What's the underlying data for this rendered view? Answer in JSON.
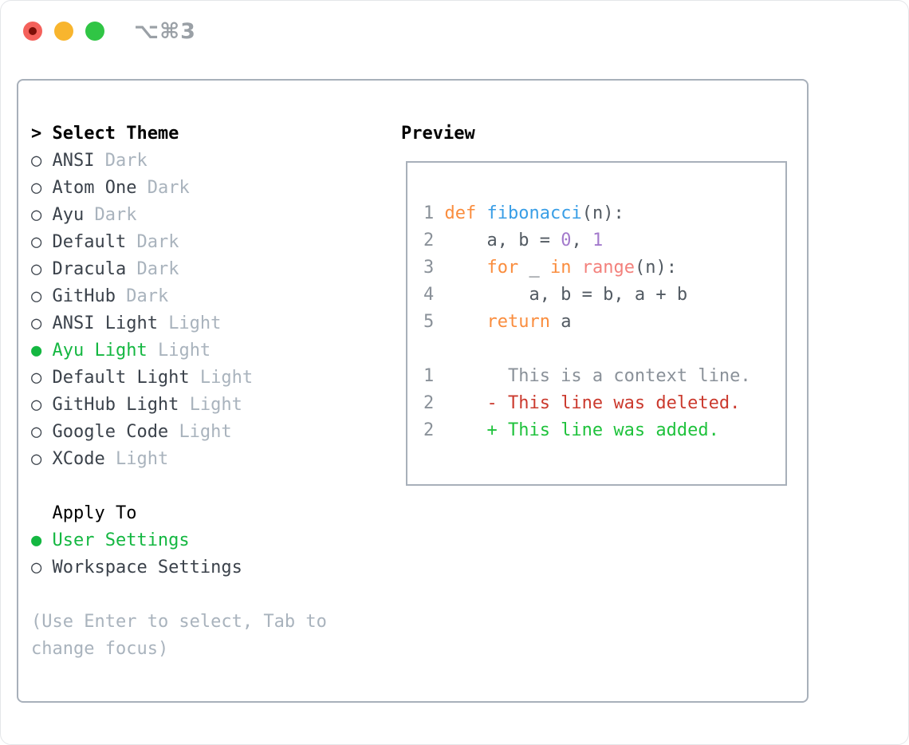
{
  "window": {
    "title": "⌥⌘3"
  },
  "icons": {
    "radio_off": "○",
    "radio_on": "●",
    "selection_cursor": ">"
  },
  "theme_list": {
    "header": "Select Theme",
    "items": [
      {
        "name": "ANSI",
        "variant": "Dark",
        "selected": false
      },
      {
        "name": "Atom One",
        "variant": "Dark",
        "selected": false
      },
      {
        "name": "Ayu",
        "variant": "Dark",
        "selected": false
      },
      {
        "name": "Default",
        "variant": "Dark",
        "selected": false
      },
      {
        "name": "Dracula",
        "variant": "Dark",
        "selected": false
      },
      {
        "name": "GitHub",
        "variant": "Dark",
        "selected": false
      },
      {
        "name": "ANSI Light",
        "variant": "Light",
        "selected": false
      },
      {
        "name": "Ayu Light",
        "variant": "Light",
        "selected": true
      },
      {
        "name": "Default Light",
        "variant": "Light",
        "selected": false
      },
      {
        "name": "GitHub Light",
        "variant": "Light",
        "selected": false
      },
      {
        "name": "Google Code",
        "variant": "Light",
        "selected": false
      },
      {
        "name": "XCode",
        "variant": "Light",
        "selected": false
      }
    ]
  },
  "apply_to": {
    "header": "Apply To",
    "options": [
      {
        "label": "User Settings",
        "selected": true
      },
      {
        "label": "Workspace Settings",
        "selected": false
      }
    ]
  },
  "help_text": "(Use Enter to select, Tab to change focus)",
  "preview": {
    "header": "Preview",
    "code_lines": [
      {
        "num": "1",
        "tokens": [
          {
            "t": "def",
            "c": "keyword"
          },
          {
            "t": " ",
            "c": "plain"
          },
          {
            "t": "fibonacci",
            "c": "entity"
          },
          {
            "t": "(n):",
            "c": "plain"
          }
        ]
      },
      {
        "num": "2",
        "tokens": [
          {
            "t": "    a, b = ",
            "c": "plain"
          },
          {
            "t": "0",
            "c": "constant"
          },
          {
            "t": ", ",
            "c": "plain"
          },
          {
            "t": "1",
            "c": "constant"
          }
        ]
      },
      {
        "num": "3",
        "tokens": [
          {
            "t": "    ",
            "c": "plain"
          },
          {
            "t": "for",
            "c": "keyword"
          },
          {
            "t": " _ ",
            "c": "plain"
          },
          {
            "t": "in",
            "c": "keyword"
          },
          {
            "t": " ",
            "c": "plain"
          },
          {
            "t": "range",
            "c": "markup"
          },
          {
            "t": "(n):",
            "c": "plain"
          }
        ]
      },
      {
        "num": "4",
        "tokens": [
          {
            "t": "        a, b = b, a + b",
            "c": "plain"
          }
        ]
      },
      {
        "num": "5",
        "tokens": [
          {
            "t": "    ",
            "c": "plain"
          },
          {
            "t": "return",
            "c": "keyword"
          },
          {
            "t": " a",
            "c": "plain"
          }
        ]
      }
    ],
    "diff_lines": [
      {
        "num": "1",
        "tokens": [
          {
            "t": "      This is a context line.",
            "c": "context"
          }
        ]
      },
      {
        "num": "2",
        "tokens": [
          {
            "t": "    ",
            "c": "plain"
          },
          {
            "t": "- This line was deleted.",
            "c": "deleted"
          }
        ]
      },
      {
        "num": "2",
        "tokens": [
          {
            "t": "    ",
            "c": "plain"
          },
          {
            "t": "+ This line was added.",
            "c": "added"
          }
        ]
      }
    ]
  },
  "colors": {
    "accent_green": "#14b741",
    "traffic_red": "#f4615b",
    "traffic_red_dot": "#7c0f08",
    "traffic_yellow": "#f8b52e",
    "traffic_green": "#30c545",
    "titlebar_text": "#9aa0a6",
    "panel_border": "#a8b0ba",
    "header_text": "#000000",
    "item_text": "#3b424b",
    "muted_text": "#a9b3bd",
    "gutter_text": "#8a9199",
    "code_text": "#525a62",
    "keyword_orange": "#fa8d3e",
    "function_blue": "#399ee6",
    "constant_purple": "#a37acc",
    "call_coral": "#f3817c",
    "diff_context": "#8a9199",
    "diff_deleted": "#cb3a2e",
    "diff_added": "#1fc23c"
  }
}
